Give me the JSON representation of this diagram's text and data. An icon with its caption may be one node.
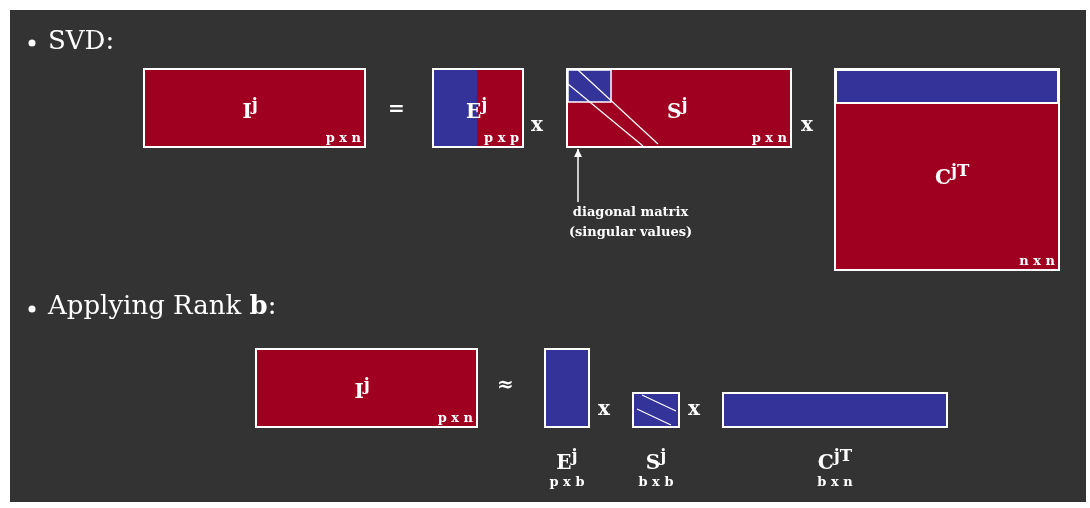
{
  "diagram": {
    "nodes": [
      {
        "text": [
          "I$^{j}$",
          "p x n"
        ]
      },
      {
        "text": [
          "E$^{j}$",
          "p x p"
        ]
      },
      {
        "text": [
          "S$^{j}$",
          "p x n"
        ]
      },
      {
        "text": [
          "C$^{jT}$",
          "n x n"
        ]
      },
      {
        "text": [
          "diagonal matrix (singular values)"
        ]
      },
      {
        "text": [
          "I$^{j}$",
          "p x n"
        ]
      },
      {
        "text": [],
        "shape": "box",
        "beside": [
          "E$^{j}$",
          "p x b"
        ]
      },
      {
        "text": [],
        "shape": "box",
        "beside": [
          "S$^{j}$",
          "b x b"
        ]
      },
      {
        "text": [],
        "shape": "box",
        "beside": [
          "C$^{jT}$",
          "b x n"
        ]
      }
    ],
    "edges": [
      {
        "from": 4,
        "to": 2,
        "arrow": "to"
      }
    ],
    "labels": [
      "SVD:",
      "=",
      "x",
      "x",
      "Applying Rank **b**:",
      "≈",
      "x",
      "x"
    ]
  }
}
